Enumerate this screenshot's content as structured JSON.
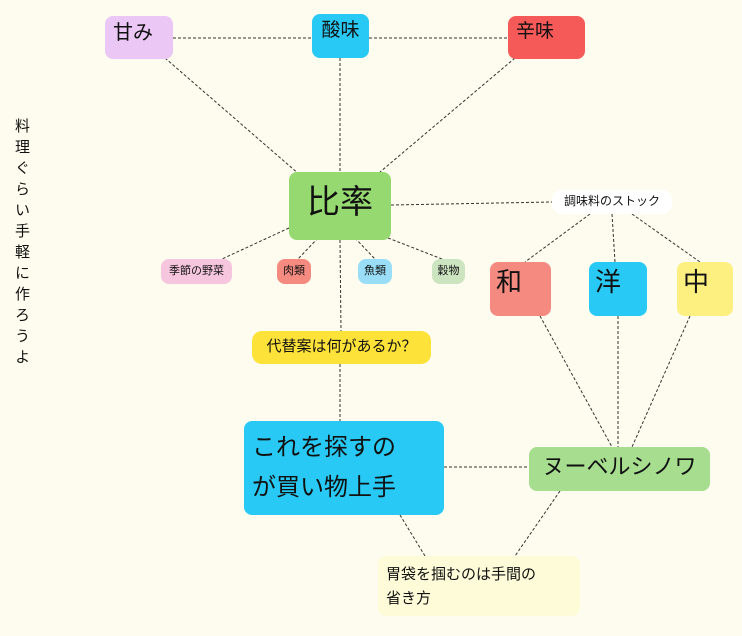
{
  "side_title": "料理ぐらい手軽に作ろうよ",
  "nodes": {
    "amami": "甘み",
    "sanmi": "酸味",
    "karami": "辛味",
    "hiritsu": "比率",
    "stock": "調味料のストック",
    "kisetsu": "季節の野菜",
    "niku": "肉類",
    "sakana": "魚類",
    "koku": "穀物",
    "wa": "和",
    "you": "洋",
    "chuu": "中",
    "daitai": "代替案は何があるか？",
    "sagasu_1": "これを探すの",
    "sagasu_2": "が買い物上手",
    "nouvelle": "ヌーベルシノワ",
    "ibukuro_1": "胃袋を掴むのは手間の",
    "ibukuro_2": "省き方"
  },
  "colors": {
    "background": "#fdfcee",
    "amami": "#ebc7f5",
    "sanmi": "#28c9f4",
    "karami": "#f65a58",
    "hiritsu": "#96d971",
    "stock": "#ffffff",
    "kisetsu": "#f6c6df",
    "niku": "#f48a80",
    "sakana": "#99def6",
    "koku": "#cde4c0",
    "wa": "#f48a80",
    "you": "#28c9f4",
    "chuu": "#fdf080",
    "daitai": "#fde23a",
    "sagasu": "#28c9f4",
    "nouvelle": "#a6dd8f",
    "ibukuro": "#fdfbd8",
    "connector": "#333333"
  }
}
